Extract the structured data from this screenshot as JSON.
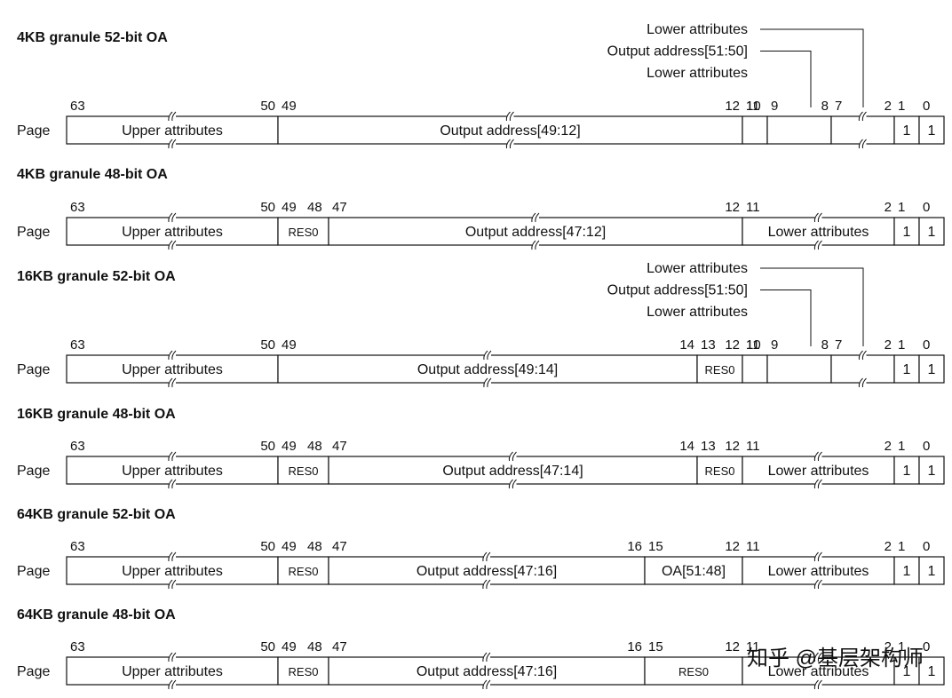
{
  "row_label": "Page",
  "watermark": "知乎 @基层架构师",
  "formats": [
    {
      "title": "4KB granule 52-bit OA",
      "bits": [
        {
          "text": "63",
          "edge": 63,
          "align": "start"
        },
        {
          "text": "50",
          "edge": 50,
          "align": "end"
        },
        {
          "text": "49",
          "edge": 50,
          "align": "start"
        },
        {
          "text": "12",
          "edge": 12,
          "align": "end"
        },
        {
          "text": "11",
          "edge": 12,
          "align": "start"
        },
        {
          "text": "10",
          "edge": 11,
          "align": "start"
        },
        {
          "text": "9",
          "edge": 10,
          "align": "start"
        },
        {
          "text": "8",
          "edge": 8,
          "align": "end"
        },
        {
          "text": "7",
          "edge": 8,
          "align": "start"
        },
        {
          "text": "2",
          "edge": 2,
          "align": "end"
        },
        {
          "text": "1",
          "edge": 2,
          "align": "start"
        },
        {
          "text": "0",
          "edge": 1,
          "align": "start"
        }
      ],
      "fields": [
        {
          "hi": 63,
          "lo": 50,
          "text": "Upper attributes",
          "break": true
        },
        {
          "hi": 49,
          "lo": 12,
          "text": "Output address[49:12]",
          "break": true
        },
        {
          "hi": 11,
          "lo": 10,
          "text": ""
        },
        {
          "hi": 9,
          "lo": 8,
          "text": ""
        },
        {
          "hi": 7,
          "lo": 2,
          "text": "",
          "break": true
        },
        {
          "hi": 1,
          "lo": 1,
          "text": "1"
        },
        {
          "hi": 0,
          "lo": 0,
          "text": "1"
        }
      ],
      "annotations": [
        {
          "text": "Lower attributes",
          "target": 2
        },
        {
          "text": "Output address[51:50]",
          "target": 1
        },
        {
          "text": "Lower attributes",
          "target": 0
        }
      ]
    },
    {
      "title": "4KB granule 48-bit OA",
      "bits": [
        {
          "text": "63",
          "edge": 63,
          "align": "start"
        },
        {
          "text": "50",
          "edge": 50,
          "align": "end"
        },
        {
          "text": "49",
          "edge": 50,
          "align": "start"
        },
        {
          "text": "48",
          "edge": 49,
          "align": "start"
        },
        {
          "text": "47",
          "edge": 48,
          "align": "start"
        },
        {
          "text": "12",
          "edge": 12,
          "align": "end"
        },
        {
          "text": "11",
          "edge": 12,
          "align": "start"
        },
        {
          "text": "2",
          "edge": 2,
          "align": "end"
        },
        {
          "text": "1",
          "edge": 2,
          "align": "start"
        },
        {
          "text": "0",
          "edge": 1,
          "align": "start"
        }
      ],
      "fields": [
        {
          "hi": 63,
          "lo": 50,
          "text": "Upper attributes",
          "break": true
        },
        {
          "hi": 49,
          "lo": 48,
          "text": "RES0",
          "small": true
        },
        {
          "hi": 47,
          "lo": 12,
          "text": "Output address[47:12]",
          "break": true
        },
        {
          "hi": 11,
          "lo": 2,
          "text": "Lower attributes",
          "break": true
        },
        {
          "hi": 1,
          "lo": 1,
          "text": "1"
        },
        {
          "hi": 0,
          "lo": 0,
          "text": "1"
        }
      ]
    },
    {
      "title": "16KB granule 52-bit OA",
      "bits": [
        {
          "text": "63",
          "edge": 63,
          "align": "start"
        },
        {
          "text": "50",
          "edge": 50,
          "align": "end"
        },
        {
          "text": "49",
          "edge": 50,
          "align": "start"
        },
        {
          "text": "14",
          "edge": 14,
          "align": "end"
        },
        {
          "text": "13",
          "edge": 14,
          "align": "start"
        },
        {
          "text": "12",
          "edge": 12,
          "align": "end"
        },
        {
          "text": "11",
          "edge": 12,
          "align": "start"
        },
        {
          "text": "10",
          "edge": 11,
          "align": "start"
        },
        {
          "text": "9",
          "edge": 10,
          "align": "start"
        },
        {
          "text": "8",
          "edge": 8,
          "align": "end"
        },
        {
          "text": "7",
          "edge": 8,
          "align": "start"
        },
        {
          "text": "2",
          "edge": 2,
          "align": "end"
        },
        {
          "text": "1",
          "edge": 2,
          "align": "start"
        },
        {
          "text": "0",
          "edge": 1,
          "align": "start"
        }
      ],
      "fields": [
        {
          "hi": 63,
          "lo": 50,
          "text": "Upper attributes",
          "break": true
        },
        {
          "hi": 49,
          "lo": 14,
          "text": "Output address[49:14]",
          "break": true
        },
        {
          "hi": 13,
          "lo": 12,
          "text": "RES0",
          "small": true
        },
        {
          "hi": 11,
          "lo": 10,
          "text": ""
        },
        {
          "hi": 9,
          "lo": 8,
          "text": ""
        },
        {
          "hi": 7,
          "lo": 2,
          "text": "",
          "break": true
        },
        {
          "hi": 1,
          "lo": 1,
          "text": "1"
        },
        {
          "hi": 0,
          "lo": 0,
          "text": "1"
        }
      ],
      "annotations": [
        {
          "text": "Lower attributes",
          "target": 2
        },
        {
          "text": "Output address[51:50]",
          "target": 1
        },
        {
          "text": "Lower attributes",
          "target": 0
        }
      ]
    },
    {
      "title": "16KB granule 48-bit OA",
      "bits": [
        {
          "text": "63",
          "edge": 63,
          "align": "start"
        },
        {
          "text": "50",
          "edge": 50,
          "align": "end"
        },
        {
          "text": "49",
          "edge": 50,
          "align": "start"
        },
        {
          "text": "48",
          "edge": 49,
          "align": "start"
        },
        {
          "text": "47",
          "edge": 48,
          "align": "start"
        },
        {
          "text": "14",
          "edge": 14,
          "align": "end"
        },
        {
          "text": "13",
          "edge": 14,
          "align": "start"
        },
        {
          "text": "12",
          "edge": 12,
          "align": "end"
        },
        {
          "text": "11",
          "edge": 12,
          "align": "start"
        },
        {
          "text": "2",
          "edge": 2,
          "align": "end"
        },
        {
          "text": "1",
          "edge": 2,
          "align": "start"
        },
        {
          "text": "0",
          "edge": 1,
          "align": "start"
        }
      ],
      "fields": [
        {
          "hi": 63,
          "lo": 50,
          "text": "Upper attributes",
          "break": true
        },
        {
          "hi": 49,
          "lo": 48,
          "text": "RES0",
          "small": true
        },
        {
          "hi": 47,
          "lo": 14,
          "text": "Output address[47:14]",
          "break": true
        },
        {
          "hi": 13,
          "lo": 12,
          "text": "RES0",
          "small": true
        },
        {
          "hi": 11,
          "lo": 2,
          "text": "Lower attributes",
          "break": true
        },
        {
          "hi": 1,
          "lo": 1,
          "text": "1"
        },
        {
          "hi": 0,
          "lo": 0,
          "text": "1"
        }
      ]
    },
    {
      "title": "64KB granule 52-bit OA",
      "bits": [
        {
          "text": "63",
          "edge": 63,
          "align": "start"
        },
        {
          "text": "50",
          "edge": 50,
          "align": "end"
        },
        {
          "text": "49",
          "edge": 50,
          "align": "start"
        },
        {
          "text": "48",
          "edge": 49,
          "align": "start"
        },
        {
          "text": "47",
          "edge": 48,
          "align": "start"
        },
        {
          "text": "16",
          "edge": 16,
          "align": "end"
        },
        {
          "text": "15",
          "edge": 16,
          "align": "start"
        },
        {
          "text": "12",
          "edge": 12,
          "align": "end"
        },
        {
          "text": "11",
          "edge": 12,
          "align": "start"
        },
        {
          "text": "2",
          "edge": 2,
          "align": "end"
        },
        {
          "text": "1",
          "edge": 2,
          "align": "start"
        },
        {
          "text": "0",
          "edge": 1,
          "align": "start"
        }
      ],
      "fields": [
        {
          "hi": 63,
          "lo": 50,
          "text": "Upper attributes",
          "break": true
        },
        {
          "hi": 49,
          "lo": 48,
          "text": "RES0",
          "small": true
        },
        {
          "hi": 47,
          "lo": 16,
          "text": "Output address[47:16]",
          "break": true
        },
        {
          "hi": 15,
          "lo": 12,
          "text": "OA[51:48]"
        },
        {
          "hi": 11,
          "lo": 2,
          "text": "Lower attributes",
          "break": true
        },
        {
          "hi": 1,
          "lo": 1,
          "text": "1"
        },
        {
          "hi": 0,
          "lo": 0,
          "text": "1"
        }
      ]
    },
    {
      "title": "64KB granule 48-bit OA",
      "bits": [
        {
          "text": "63",
          "edge": 63,
          "align": "start"
        },
        {
          "text": "50",
          "edge": 50,
          "align": "end"
        },
        {
          "text": "49",
          "edge": 50,
          "align": "start"
        },
        {
          "text": "48",
          "edge": 49,
          "align": "start"
        },
        {
          "text": "47",
          "edge": 48,
          "align": "start"
        },
        {
          "text": "16",
          "edge": 16,
          "align": "end"
        },
        {
          "text": "15",
          "edge": 16,
          "align": "start"
        },
        {
          "text": "12",
          "edge": 12,
          "align": "end"
        },
        {
          "text": "11",
          "edge": 12,
          "align": "start"
        },
        {
          "text": "2",
          "edge": 2,
          "align": "end"
        },
        {
          "text": "1",
          "edge": 2,
          "align": "start"
        },
        {
          "text": "0",
          "edge": 1,
          "align": "start"
        }
      ],
      "fields": [
        {
          "hi": 63,
          "lo": 50,
          "text": "Upper attributes",
          "break": true
        },
        {
          "hi": 49,
          "lo": 48,
          "text": "RES0",
          "small": true
        },
        {
          "hi": 47,
          "lo": 16,
          "text": "Output address[47:16]",
          "break": true
        },
        {
          "hi": 15,
          "lo": 12,
          "text": "RES0",
          "small": true
        },
        {
          "hi": 11,
          "lo": 2,
          "text": "Lower attributes",
          "break": true
        },
        {
          "hi": 1,
          "lo": 1,
          "text": "1"
        },
        {
          "hi": 0,
          "lo": 0,
          "text": "1"
        }
      ]
    }
  ]
}
